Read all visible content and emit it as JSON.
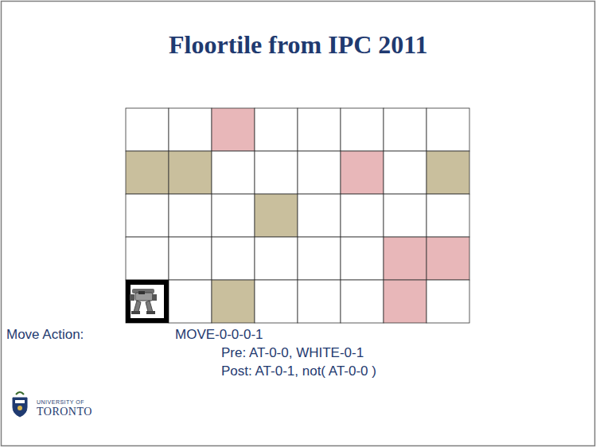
{
  "diagram": {
    "title": "Floortile from IPC 2011",
    "labels": [
      "Move Action:",
      "MOVE-0-0-0-1",
      "Pre: AT-0-0, WHITE-0-1",
      "Post: AT-0-1, not( AT-0-0 )",
      "UNIVERSITY OF",
      "TORONTO"
    ]
  }
}
